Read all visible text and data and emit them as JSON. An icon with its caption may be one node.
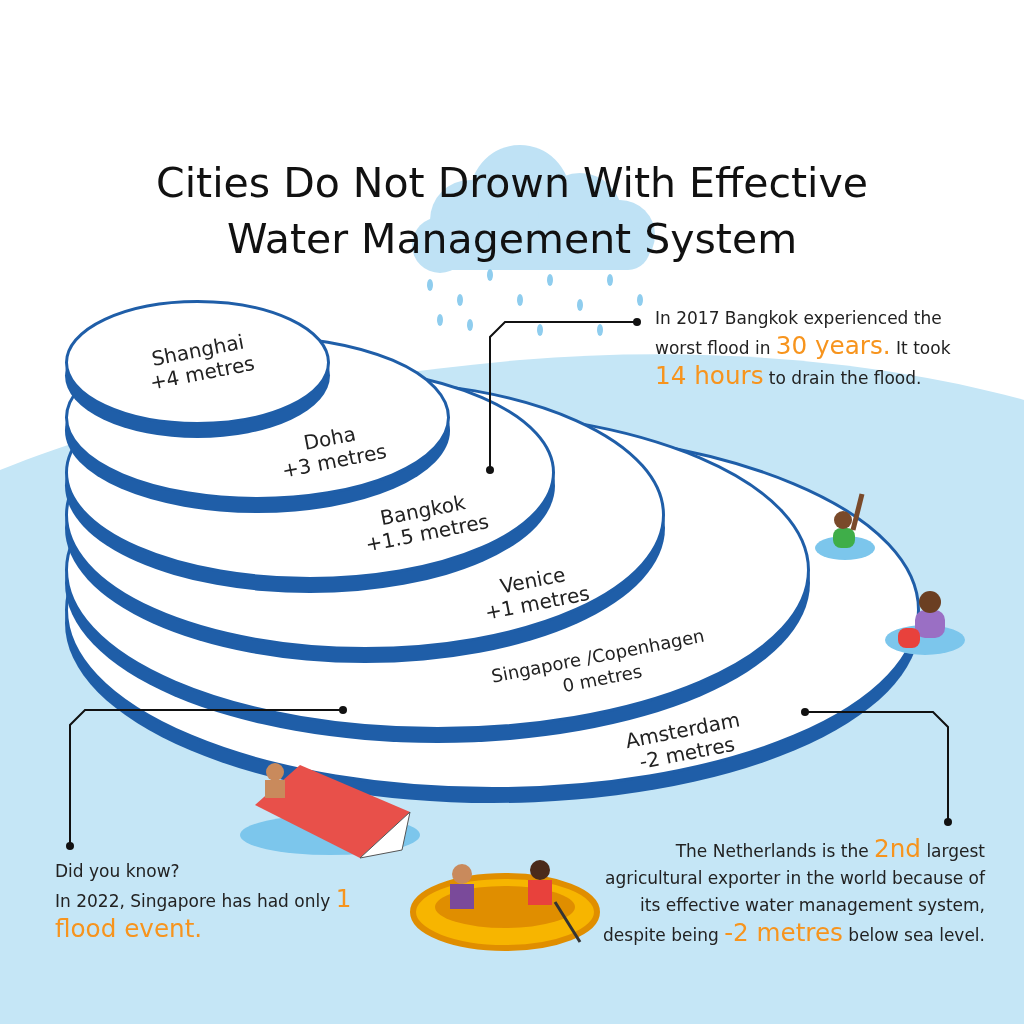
{
  "diagram": {
    "title": "Cities Do Not Drown With Effective Water Management System",
    "nodes": [
      {
        "text": [
          "Shanghai",
          "+4 metres"
        ]
      },
      {
        "text": [
          "Doha",
          "+3 metres"
        ]
      },
      {
        "text": [
          "Bangkok",
          "+1.5 metres"
        ]
      },
      {
        "text": [
          "Venice",
          "+1 metres"
        ]
      },
      {
        "text": [
          "Singapore /Copenhagen",
          "0 metres"
        ]
      },
      {
        "text": [
          "Amsterdam",
          "-2 metres"
        ]
      },
      {
        "text": [
          "In 2017 Bangkok experienced the worst flood in **30 years.** It took **14 hours** to drain the flood."
        ]
      },
      {
        "text": [
          "Did you know?",
          "In 2022, Singapore has had only **1 flood event.**"
        ]
      },
      {
        "text": [
          "The Netherlands is the **2nd** largest agricultural exporter in the world because of its effective water management system, despite being **-2 metres** below sea level."
        ]
      }
    ],
    "edges": [
      {
        "from": 6,
        "to": 2,
        "arrow": "other"
      },
      {
        "from": 7,
        "to": 4,
        "arrow": "other"
      },
      {
        "from": 8,
        "to": 5,
        "arrow": "other"
      }
    ]
  }
}
